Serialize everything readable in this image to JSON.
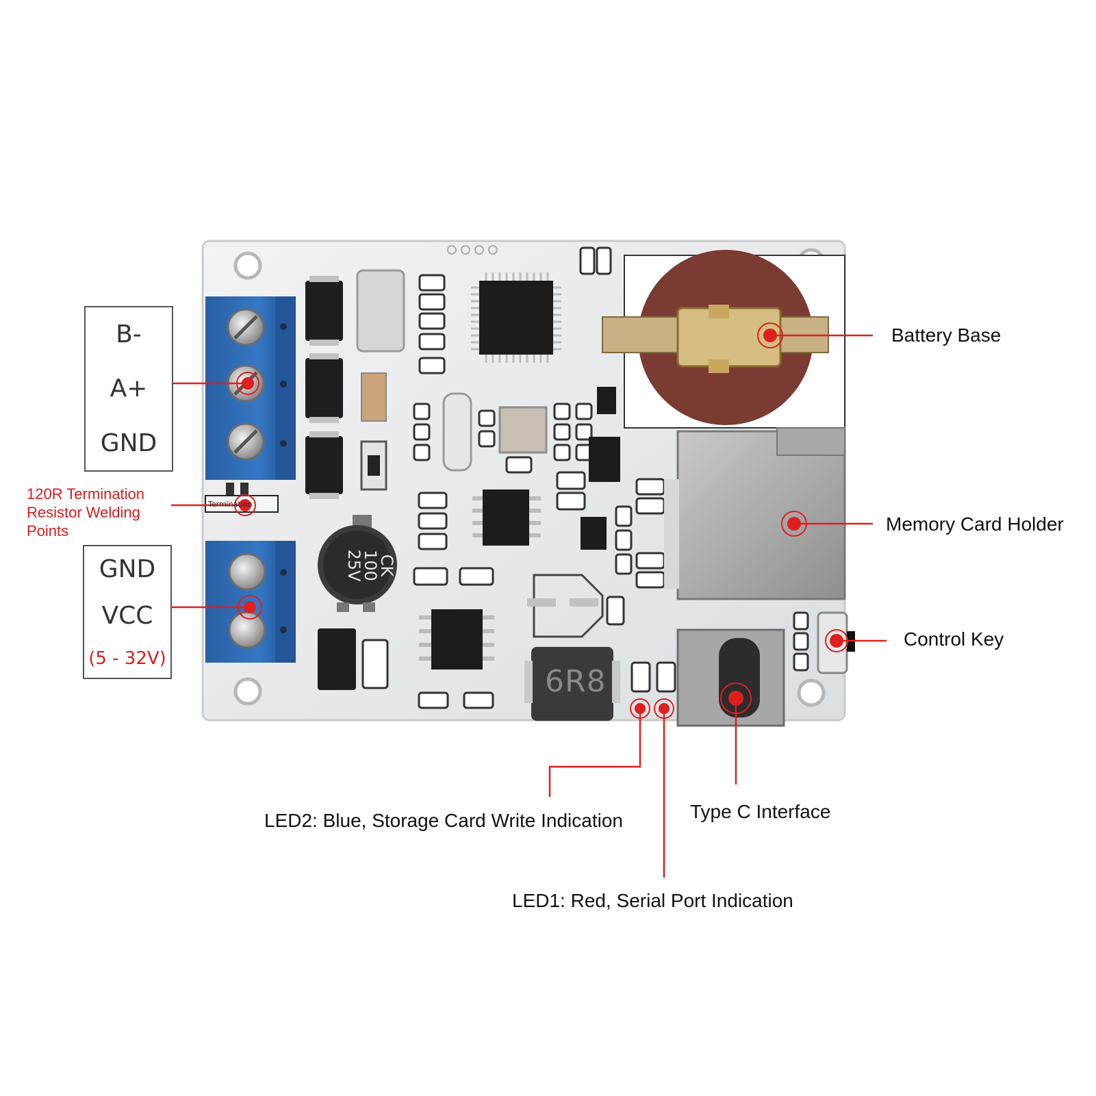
{
  "callouts": {
    "battery_base": "Battery Base",
    "memory_card_holder": "Memory Card Holder",
    "control_key": "Control Key",
    "type_c": "Type C Interface",
    "led2": "LED2: Blue, Storage Card Write Indication",
    "led1": "LED1: Red, Serial Port Indication",
    "termination": [
      "120R Termination",
      "Resistor Welding",
      "Points"
    ]
  },
  "terminal_top": [
    "B-",
    "A+",
    "GND"
  ],
  "terminal_bottom": {
    "labels": [
      "GND",
      "VCC"
    ],
    "range": "(5 - 32V)"
  },
  "board_marks": {
    "capacitor": [
      "CK",
      "100",
      "25V"
    ],
    "inductor": "6R8",
    "termination_silk": "Termination"
  },
  "colors": {
    "accent": "#e01e1e",
    "pcb": "#e9ebec",
    "terminal_block": "#2f6db5",
    "battery_holder": "#7a3b33",
    "chip": "#1c1c1c"
  }
}
